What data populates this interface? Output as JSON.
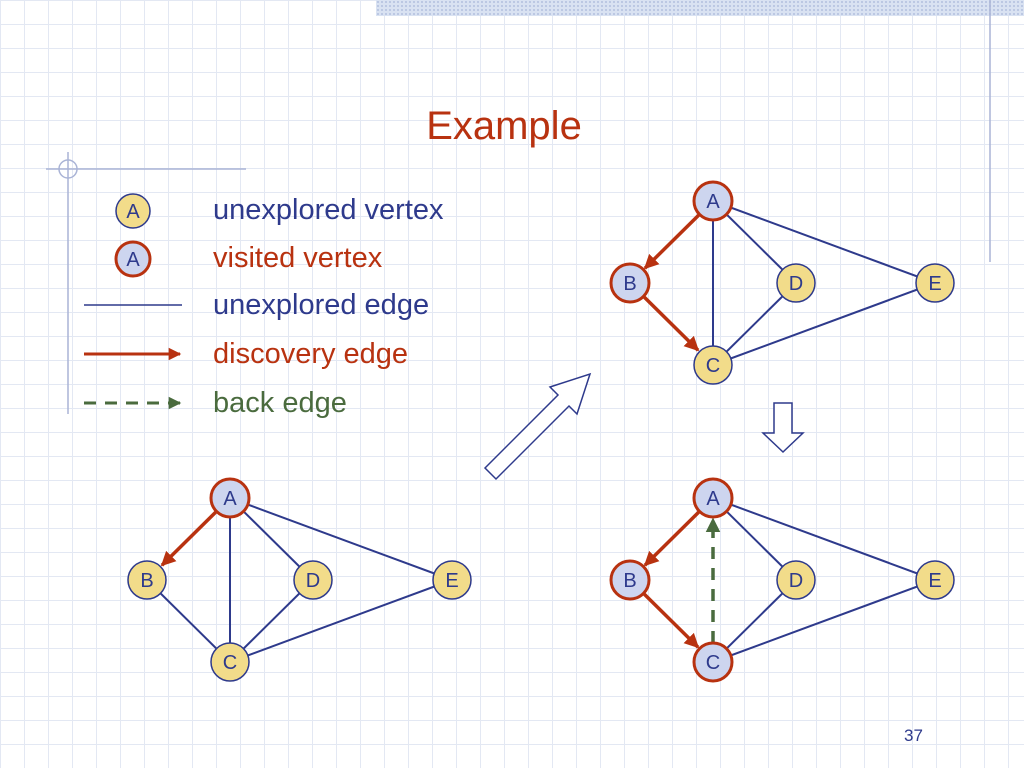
{
  "title": "Example",
  "legend": {
    "vertex_letter": "A",
    "unexplored_vertex": "unexplored vertex",
    "visited_vertex": "visited vertex",
    "unexplored_edge": "unexplored edge",
    "discovery_edge": "discovery edge",
    "back_edge": "back edge"
  },
  "colors": {
    "title": "#b83210",
    "vertex_fill": "#f2dc8a",
    "visited_fill": "#cdd5ef",
    "unexplored_border": "#2e3a8c",
    "visited_border": "#b83210",
    "unexplored_edge": "#2e3a8c",
    "discovery_edge": "#b83210",
    "back_edge": "#4a6b3e"
  },
  "graphs": [
    {
      "name": "state-1",
      "vertices": [
        {
          "label": "A",
          "state": "visited"
        },
        {
          "label": "B",
          "state": "unexplored"
        },
        {
          "label": "C",
          "state": "unexplored"
        },
        {
          "label": "D",
          "state": "unexplored"
        },
        {
          "label": "E",
          "state": "unexplored"
        }
      ],
      "edges": [
        {
          "from": "A",
          "to": "B",
          "type": "discovery"
        },
        {
          "from": "A",
          "to": "C",
          "type": "unexplored"
        },
        {
          "from": "A",
          "to": "D",
          "type": "unexplored"
        },
        {
          "from": "A",
          "to": "E",
          "type": "unexplored"
        },
        {
          "from": "B",
          "to": "C",
          "type": "unexplored"
        },
        {
          "from": "C",
          "to": "D",
          "type": "unexplored"
        },
        {
          "from": "C",
          "to": "E",
          "type": "unexplored"
        }
      ]
    },
    {
      "name": "state-2",
      "vertices": [
        {
          "label": "A",
          "state": "visited"
        },
        {
          "label": "B",
          "state": "visited"
        },
        {
          "label": "C",
          "state": "unexplored"
        },
        {
          "label": "D",
          "state": "unexplored"
        },
        {
          "label": "E",
          "state": "unexplored"
        }
      ],
      "edges": [
        {
          "from": "A",
          "to": "B",
          "type": "discovery"
        },
        {
          "from": "A",
          "to": "C",
          "type": "unexplored"
        },
        {
          "from": "A",
          "to": "D",
          "type": "unexplored"
        },
        {
          "from": "A",
          "to": "E",
          "type": "unexplored"
        },
        {
          "from": "B",
          "to": "C",
          "type": "discovery"
        },
        {
          "from": "C",
          "to": "D",
          "type": "unexplored"
        },
        {
          "from": "C",
          "to": "E",
          "type": "unexplored"
        }
      ]
    },
    {
      "name": "state-3",
      "vertices": [
        {
          "label": "A",
          "state": "visited"
        },
        {
          "label": "B",
          "state": "visited"
        },
        {
          "label": "C",
          "state": "visited"
        },
        {
          "label": "D",
          "state": "unexplored"
        },
        {
          "label": "E",
          "state": "unexplored"
        }
      ],
      "edges": [
        {
          "from": "A",
          "to": "B",
          "type": "discovery"
        },
        {
          "from": "C",
          "to": "A",
          "type": "back"
        },
        {
          "from": "A",
          "to": "D",
          "type": "unexplored"
        },
        {
          "from": "A",
          "to": "E",
          "type": "unexplored"
        },
        {
          "from": "B",
          "to": "C",
          "type": "discovery"
        },
        {
          "from": "C",
          "to": "D",
          "type": "unexplored"
        },
        {
          "from": "C",
          "to": "E",
          "type": "unexplored"
        }
      ]
    }
  ],
  "page_number": "37"
}
